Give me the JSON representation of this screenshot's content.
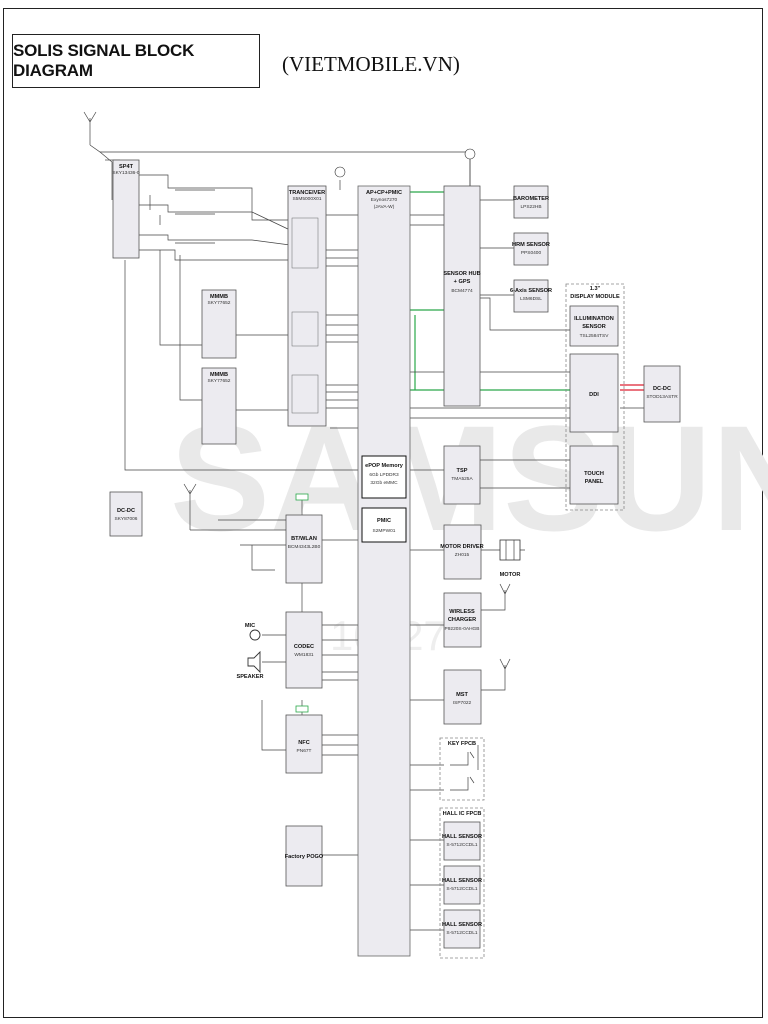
{
  "header": {
    "title": "SOLIS SIGNAL BLOCK DIAGRAM",
    "source": "(VIETMOBILE.VN)"
  },
  "watermark": {
    "brand": "SAMSUNG",
    "code": "10027"
  },
  "blocks": {
    "sp4t": {
      "name": "SP4T",
      "part": "SKY13436-0"
    },
    "mmmb1": {
      "name": "MMMB",
      "part": "SKY77652"
    },
    "mmmb2": {
      "name": "MMMB",
      "part": "SKY77652"
    },
    "transceiver": {
      "name": "TRANCEIVER",
      "part": "S5M5000X01"
    },
    "ap": {
      "name": "AP+CP+PMIC",
      "part": "Exynos7270",
      "sub": "(JAVA-W)"
    },
    "epop": {
      "name": "ePOP Memory",
      "line2": "6Gb LPDDR3",
      "line3": "32Gb eMMC"
    },
    "pmic": {
      "name": "PMIC",
      "part": "S2MPW01"
    },
    "sensorhub": {
      "name": "SENSOR HUB",
      "line2": "+ GPS",
      "part": "BCM4774"
    },
    "barometer": {
      "name": "BAROMETER",
      "part": "LPS22HB"
    },
    "hrm": {
      "name": "HRM SENSOR",
      "part": "PPS0400"
    },
    "axis6": {
      "name": "6-Axis SENSOR",
      "part": "LSM6DSL"
    },
    "display": {
      "title": "1.3\"",
      "title2": "DISPLAY MODULE"
    },
    "illum": {
      "name": "ILLUMINATION",
      "line2": "SENSOR",
      "part": "TSL2584TSV"
    },
    "ddi": {
      "name": "DDI"
    },
    "dcdc_right": {
      "name": "DC-DC",
      "part": "STOD13ASTR"
    },
    "tsp": {
      "name": "TSP",
      "part": "TMA525A"
    },
    "touch": {
      "name": "TOUCH",
      "line2": "PANEL"
    },
    "dcdc_left": {
      "name": "DC-DC",
      "part": "SKY87006"
    },
    "btwlan": {
      "name": "BT/WLAN",
      "part": "BCM4343L2B0"
    },
    "codec": {
      "name": "CODEC",
      "part": "WM1831"
    },
    "nfc": {
      "name": "NFC",
      "part": "PN67T"
    },
    "pogo": {
      "name": "Factory POGO"
    },
    "motor_driver": {
      "name": "MOTOR DRIVER",
      "part": "ZH015"
    },
    "wireless": {
      "name": "WIRLESS",
      "line2": "CHARGER",
      "part": "P9220S-0AHGB"
    },
    "mst": {
      "name": "MST",
      "part": "ISP7022"
    },
    "key_fpcb": {
      "name": "KEY FPCB"
    },
    "hall_fpcb": {
      "name": "HALL IC FPCB"
    },
    "hall1": {
      "name": "HALL SENSOR",
      "part": "S-5712CCDL1"
    },
    "hall2": {
      "name": "HALL SENSOR",
      "part": "S-5712CCDL1"
    },
    "hall3": {
      "name": "HALL SENSOR",
      "part": "S-5712CCDL1"
    }
  },
  "labels": {
    "mic": "MIC",
    "speaker": "SPEAKER",
    "motor": "MOTOR"
  }
}
